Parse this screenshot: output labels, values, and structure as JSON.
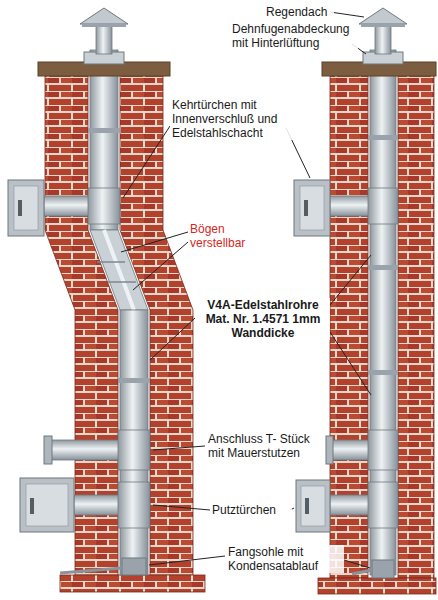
{
  "diagram": {
    "labels": [
      "Regendach",
      "Dehnfugenabdeckung mit Hinterlüftung",
      "Kehrtürchen mit Innenverschluß und Edelstahlschacht",
      "Bögen verstellbar",
      "V4A-Edelstahlrohre Mat. Nr. 1.4571 1mm Wanddicke",
      "Anschluss T- Stück mit Mauerstutzen",
      "Putztürchen",
      "Fangsohle mit Kondensatablauf"
    ]
  }
}
